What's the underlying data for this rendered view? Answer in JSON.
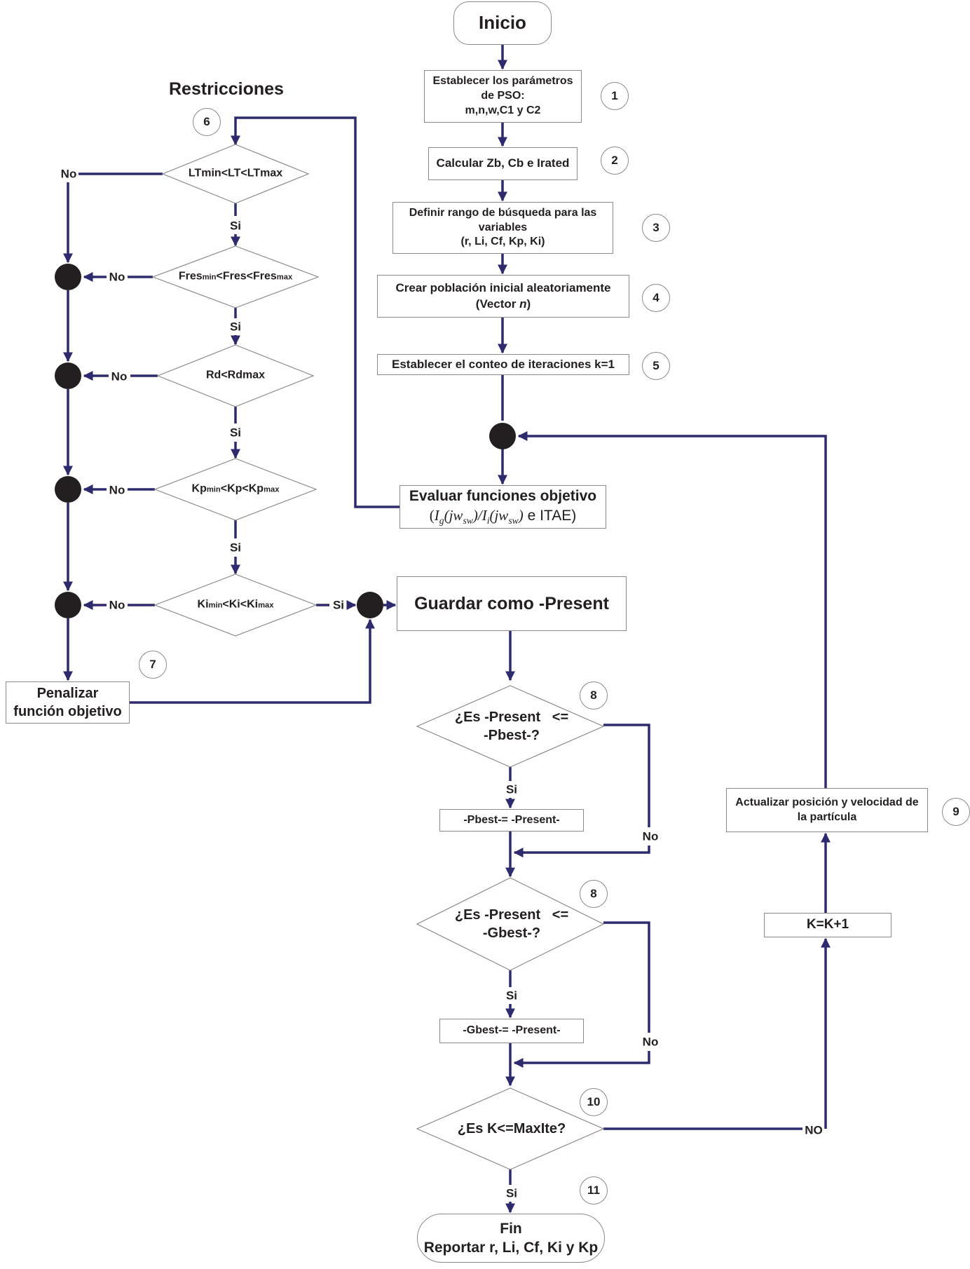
{
  "diagram": {
    "title": "Restricciones",
    "line_color": "#2e2a6e",
    "node_color": "#231f20",
    "border_color": "#8a8a8a",
    "main_flow": {
      "start": "Inicio",
      "step1": [
        "Establecer los parámetros",
        "de PSO:",
        "m,n,w,C1 y C2"
      ],
      "step2": "Calcular  Zb, Cb e Irated",
      "step3": [
        "Definir rango de búsqueda para las",
        "variables",
        "(r, Li, Cf, Kp, Ki)"
      ],
      "step4_line1": "Crear población inicial aleatoriamente",
      "step4_line2_prefix": "(Vector ",
      "step4_line2_var": "n",
      "step4_line2_suffix": ")",
      "step5": "Establecer el conteo de iteraciones k=1",
      "evaluate_line1": "Evaluar funciones objetivo",
      "evaluate_line2": {
        "open": "(",
        "Ig": "I",
        "Ig_sub": "g",
        "jw1": "(jw",
        "jw1_sub": "sw",
        "close1": ")/",
        "Ii": "I",
        "Ii_sub": "i",
        "jw2": "(jw",
        "jw2_sub": "sw",
        "close2": ")",
        "suffix": " e ITAE)"
      },
      "save": "Guardar como -Present",
      "decision_pbest": [
        "¿Es -Present   <=",
        "-Pbest-?"
      ],
      "assign_pbest": "-Pbest-= -Present-",
      "decision_gbest": [
        "¿Es -Present   <=",
        "-Gbest-?"
      ],
      "assign_gbest": "-Gbest-= -Present-",
      "decision_maxite": "¿Es K<=MaxIte?",
      "end_line1": "Fin",
      "end_line2": "Reportar r, Li, Cf, Ki y Kp",
      "update": [
        "Actualizar posición y velocidad de",
        "la partícula"
      ],
      "increment": "K=K+1"
    },
    "constraints": [
      {
        "base": "LTmin<LT<LTmax"
      },
      {
        "a": "Fres",
        "a_sub": "min",
        "b": "<Fres<Fres",
        "b_sub": "max"
      },
      {
        "base": "Rd<Rdmax"
      },
      {
        "a": "Kp",
        "a_sub": "min",
        "b": "<Kp<Kp",
        "b_sub": "max"
      },
      {
        "a": "Ki",
        "a_sub": "min",
        "b": "<Ki<Ki",
        "b_sub": "max"
      }
    ],
    "penalize": [
      "Penalizar",
      "función objetivo"
    ],
    "step_numbers": [
      "1",
      "2",
      "3",
      "4",
      "5",
      "6",
      "7",
      "8",
      "8",
      "9",
      "10",
      "11"
    ],
    "edge_labels": {
      "yes": "Si",
      "no": "No",
      "no_upper": "NO"
    }
  }
}
